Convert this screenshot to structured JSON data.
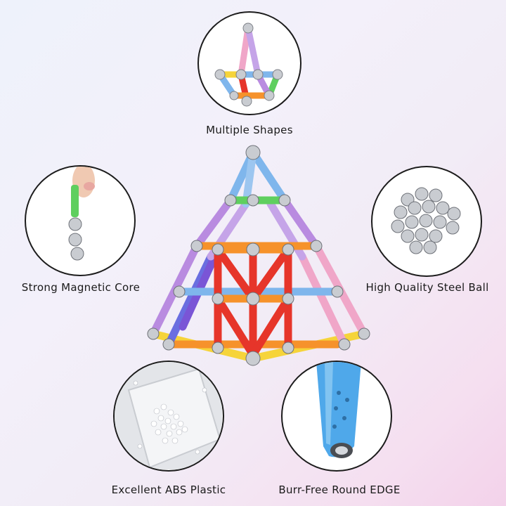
{
  "features": {
    "top": {
      "label": "Multiple Shapes",
      "icon": "mini-pyramid-icon"
    },
    "left": {
      "label": "Strong Magnetic Core",
      "icon": "magnetic-rod-icon"
    },
    "right": {
      "label": "High Quality Steel Ball",
      "icon": "steel-balls-icon"
    },
    "bottom_left": {
      "label": "Excellent ABS Plastic",
      "icon": "abs-pellets-icon"
    },
    "bottom_right": {
      "label": "Burr-Free Round EDGE",
      "icon": "rod-end-icon"
    }
  },
  "product": {
    "icon": "magnetic-pyramid-icon"
  },
  "colors": {
    "background_top": "#eef2fb",
    "background_bottom": "#f3d2ea",
    "outline": "#1c1c1c",
    "rod_blue": "#7fb6ec",
    "rod_purple": "#b98be0",
    "rod_red": "#e6352a",
    "rod_pink": "#f0a6c8",
    "rod_orange": "#f6922b",
    "rod_yellow": "#f6d43a",
    "rod_green": "#5fcf5f",
    "steel": "#c9ccd1"
  }
}
